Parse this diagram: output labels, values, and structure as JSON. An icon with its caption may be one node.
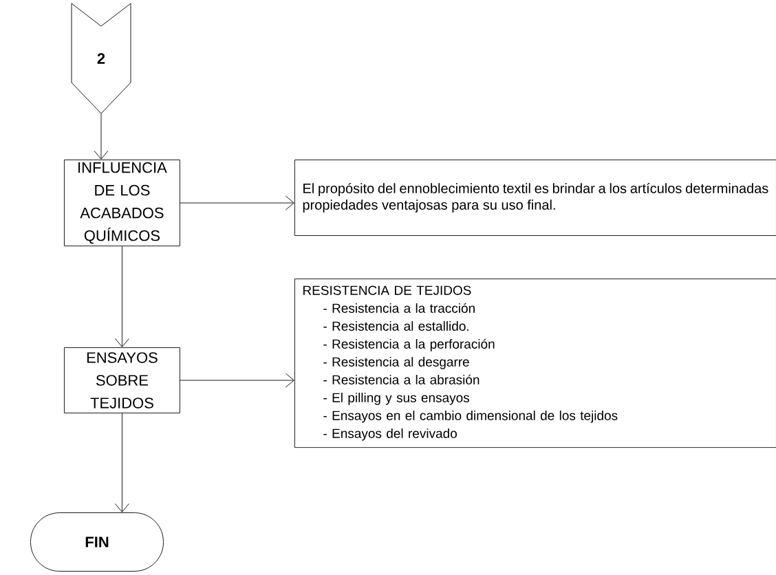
{
  "diagram": {
    "nodes": [
      {
        "text": [
          "2"
        ]
      },
      {
        "text": [
          "INFLUENCIA DE LOS ACABADOS QUÍMICOS"
        ]
      },
      {
        "text": [
          "El propósito del ennoblecimiento textil es brindar a los artículos determinadas propiedades ventajosas para su uso final."
        ]
      },
      {
        "text": [
          "ENSAYOS SOBRE TEJIDOS"
        ]
      },
      {
        "text": [
          "RESISTENCIA DE TEJIDOS",
          "- Resistencia a la tracción",
          "- Resistencia al estallido.",
          "- Resistencia a la perforación",
          "- Resistencia al desgarre",
          "- Resistencia a la abrasión",
          "- El pilling y sus ensayos",
          "- Ensayos en el cambio dimensional de los tejidos",
          "- Ensayos del revivado"
        ]
      },
      {
        "text": [
          "FIN"
        ]
      }
    ],
    "edges": [
      {
        "from": 0,
        "to": 1,
        "arrow": "to"
      },
      {
        "from": 1,
        "to": 2,
        "arrow": "to"
      },
      {
        "from": 1,
        "to": 3,
        "arrow": "to"
      },
      {
        "from": 3,
        "to": 4,
        "arrow": "to"
      },
      {
        "from": 3,
        "to": 5,
        "arrow": "to"
      }
    ]
  }
}
